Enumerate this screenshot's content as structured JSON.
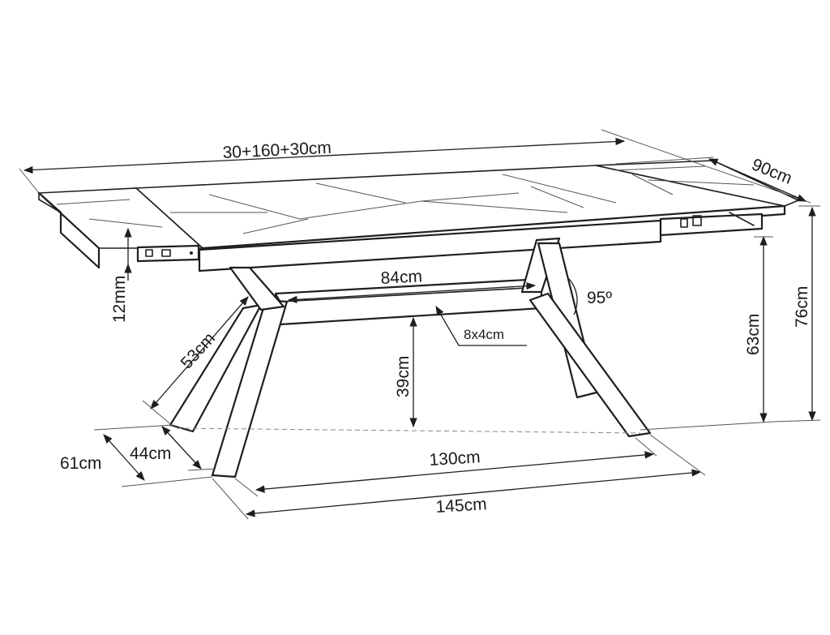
{
  "dimensions": {
    "total_length": "30+160+30cm",
    "width": "90cm",
    "top_thickness": "12mm",
    "beam_length": "84cm",
    "leg_angle": "95º",
    "beam_profile": "8x4cm",
    "leg_length": "53cm",
    "beam_clearance": "39cm",
    "frame_height": "63cm",
    "total_height": "76cm",
    "base_depth": "61cm",
    "inner_depth": "44cm",
    "inner_span": "130cm",
    "base_span": "145cm"
  }
}
